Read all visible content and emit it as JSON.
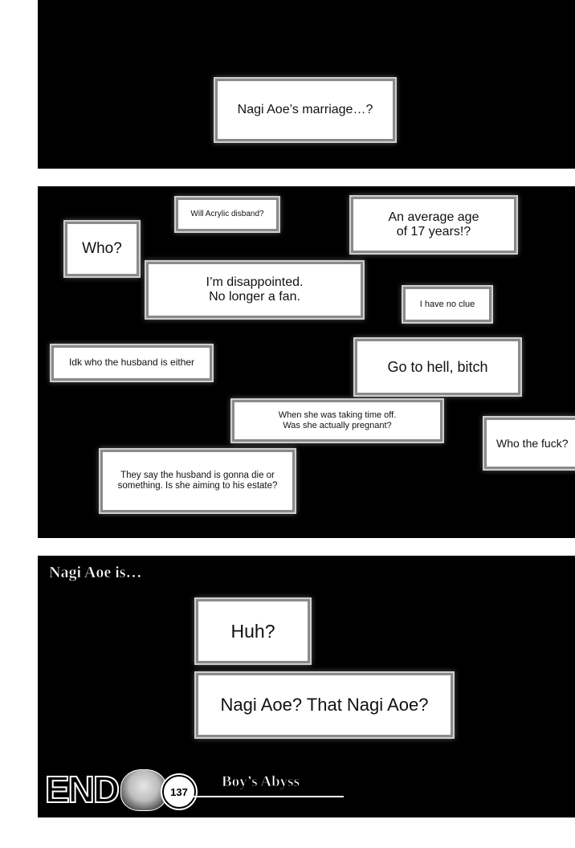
{
  "panel1": {
    "bubbles": [
      {
        "text": "Nagi Aoe’s marriage…?"
      }
    ]
  },
  "panel2": {
    "bubbles": [
      {
        "text": "Will Acrylic disband?"
      },
      {
        "text": "An average age\nof 17 years!?"
      },
      {
        "text": "Who?"
      },
      {
        "text": "I’m disappointed.\nNo longer a fan."
      },
      {
        "text": "I have no clue"
      },
      {
        "text": "Idk who the husband is either"
      },
      {
        "text": "Go to hell, bitch"
      },
      {
        "text": "When she was taking time off.\nWas she actually pregnant?"
      },
      {
        "text": "Who the fuck?"
      },
      {
        "text": "They say the husband is gonna die or\nsomething. Is she aiming to his estate?"
      }
    ]
  },
  "panel3": {
    "caption": "Nagi Aoe is…",
    "bubbles": [
      {
        "text": "Huh?"
      },
      {
        "text": "Nagi Aoe? That Nagi Aoe?"
      }
    ]
  },
  "footer": {
    "end_label": "END",
    "chapter_number": "137",
    "series_title": "Boy’s Abyss"
  }
}
